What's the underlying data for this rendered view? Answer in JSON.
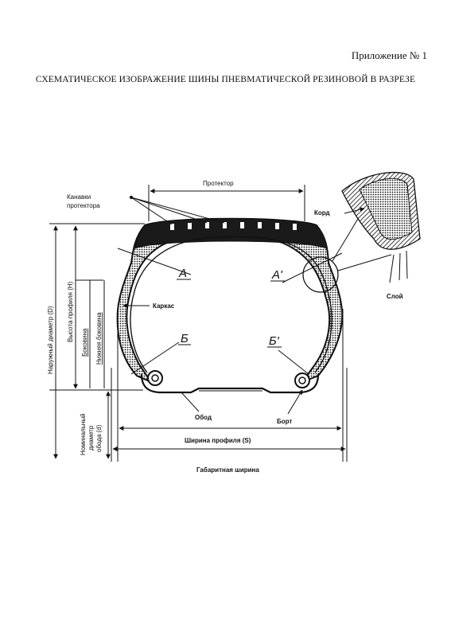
{
  "header": {
    "appendix": "Приложение № 1",
    "title": "СХЕМАТИЧЕСКОЕ ИЗОБРАЖЕНИЕ ШИНЫ ПНЕВМАТИЧЕСКОЙ РЕЗИНОВОЙ В РАЗРЕЗЕ"
  },
  "diagram": {
    "protector": "Протектор",
    "grooves_line1": "Канавки",
    "grooves_line2": "протектора",
    "cord": "Корд",
    "layer": "Слой",
    "carcass": "Каркас",
    "rim": "Обод",
    "bead": "Борт",
    "letter_a": "А",
    "letter_a2": "А'",
    "letter_b": "Б",
    "letter_b2": "Б'",
    "outer_diameter": "Наружный диаметр (D)",
    "section_height": "Высота профиля (H)",
    "sidewall": "Боковина",
    "lower_sidewall": "Нижняя боковина",
    "nominal_line1": "Номинальный",
    "nominal_line2": "диаметр",
    "nominal_line3": "обода (d)",
    "section_width": "Ширина профиля (S)",
    "overall_width": "Габаритная ширина"
  }
}
